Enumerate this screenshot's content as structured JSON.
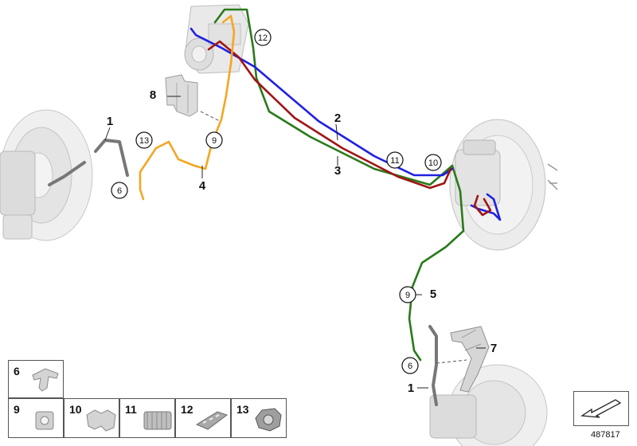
{
  "labels": {
    "n1a": "1",
    "n1b": "1",
    "n2": "2",
    "n3": "3",
    "n4": "4",
    "n5": "5",
    "n7": "7",
    "n8": "8",
    "c6a": "6",
    "c6b": "6",
    "c9a": "9",
    "c9b": "9",
    "c10": "10",
    "c11": "11",
    "c12": "12",
    "c13": "13"
  },
  "legend": [
    "6",
    "9",
    "10",
    "11",
    "12",
    "13"
  ],
  "diagram_id": "487817",
  "colors": {
    "blue": "#2020e0",
    "red": "#a01515",
    "green": "#2a7a1a",
    "orange": "#f5a623",
    "hose": "#777777",
    "part_fill": "#e6e6e6",
    "part_stroke": "#9a9a9a"
  },
  "icons": {
    "nav": "arrow-nav-icon"
  }
}
